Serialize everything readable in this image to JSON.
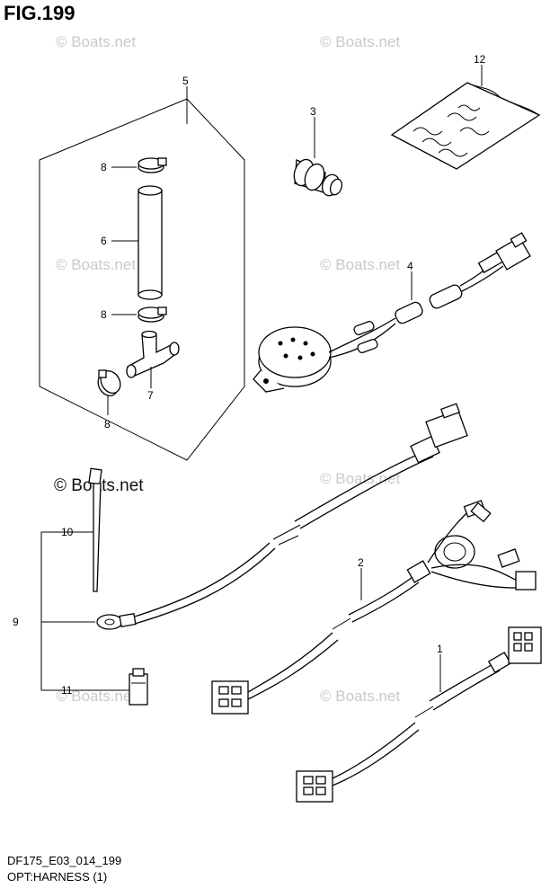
{
  "figure_title": "FIG.199",
  "footer": {
    "code": "DF175_E03_014_199",
    "name": "OPT:HARNESS (1)"
  },
  "watermark": {
    "text": "© Boats.net"
  },
  "callouts": {
    "c1": "1",
    "c2": "2",
    "c3": "3",
    "c4": "4",
    "c5": "5",
    "c6": "6",
    "c7": "7",
    "c8a": "8",
    "c8b": "8",
    "c8c": "8",
    "c9": "9",
    "c10": "10",
    "c11": "11",
    "c12": "12"
  }
}
